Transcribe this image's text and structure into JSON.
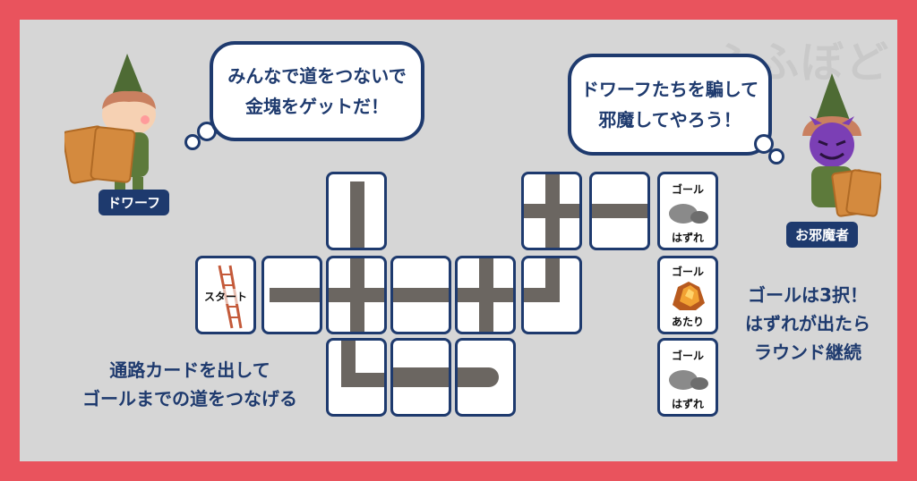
{
  "watermark": "ふふぼど",
  "dwarf": {
    "bubble_line1": "みんなで道をつないで",
    "bubble_line2": "金塊をゲットだ！",
    "name": "ドワーフ"
  },
  "saboteur": {
    "bubble_line1": "ドワーフたちを騙して",
    "bubble_line2": "邪魔してやろう！",
    "name": "お邪魔者"
  },
  "start_card": "スタート",
  "goal_cards": [
    {
      "title": "ゴール",
      "result": "はずれ"
    },
    {
      "title": "ゴール",
      "result": "あたり"
    },
    {
      "title": "ゴール",
      "result": "はずれ"
    }
  ],
  "caption_left": {
    "line1": "通路カードを出して",
    "line2": "ゴールまでの道をつなげる"
  },
  "caption_right": {
    "line1": "ゴールは3択！",
    "line2": "はずれが出たら",
    "line3": "ラウンド継続"
  },
  "colors": {
    "border": "#e9535d",
    "background": "#d6d6d6",
    "navy": "#1e3a6e",
    "path": "#6b6661"
  }
}
